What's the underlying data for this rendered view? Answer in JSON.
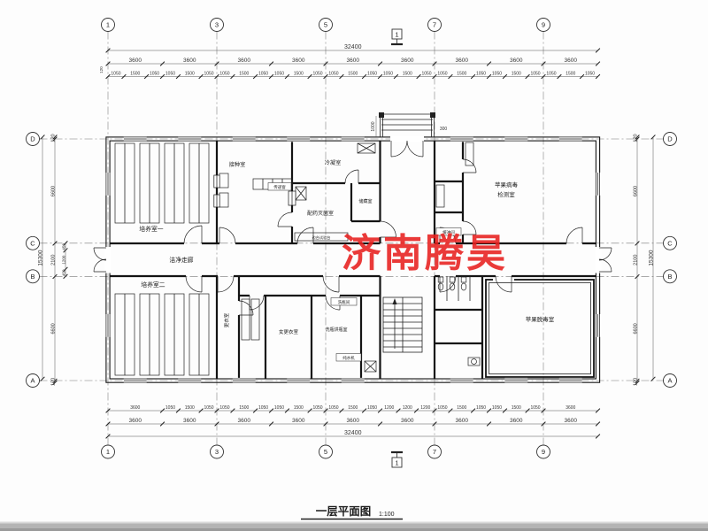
{
  "grid": {
    "top": [
      "1",
      "3",
      "5",
      "7",
      "9"
    ],
    "bottom": [
      "1",
      "3",
      "5",
      "7",
      "9"
    ],
    "left": [
      "D",
      "C",
      "B",
      "A"
    ],
    "right": [
      "D",
      "C",
      "B",
      "A"
    ],
    "section_top": "1",
    "section_bottom": "1"
  },
  "dimensions": {
    "overall_width": "32400",
    "overall_height": "15300",
    "wall_offset": "120",
    "entrance_width": "300",
    "entrance_depth": "1000",
    "top_bays": [
      "3600",
      "3600",
      "3600",
      "3600",
      "3600",
      "3600",
      "3600",
      "3600",
      "3600"
    ],
    "bottom_bays": [
      "3600",
      "3600",
      "3600",
      "3600",
      "3600",
      "3600",
      "3600",
      "3600",
      "3600"
    ],
    "top_small": [
      "1050",
      "1500",
      "1050",
      "1050",
      "1500",
      "1050",
      "1050",
      "1500",
      "1050",
      "1050",
      "1500",
      "1050",
      "1050",
      "1500",
      "1050",
      "1050",
      "1500",
      "1050",
      "1050",
      "1500",
      "1050",
      "1050",
      "1500",
      "1050",
      "1050",
      "1500",
      "1050"
    ],
    "bottom_small": [
      "3600",
      "1050",
      "1500",
      "1050",
      "1050",
      "1500",
      "1050",
      "1050",
      "1500",
      "1050",
      "1050",
      "1500",
      "1050",
      "1200",
      "1200",
      "1200",
      "1050",
      "1500",
      "1050",
      "1050",
      "1500",
      "1050",
      "3600"
    ],
    "left_segments": [
      "120",
      "6600",
      "2100",
      "6600",
      "120"
    ],
    "left_corridor": [
      "450",
      "1200",
      "450"
    ],
    "right_segments": [
      "120",
      "6600",
      "2100",
      "6600",
      "120"
    ]
  },
  "rooms": {
    "cultivation1": "培养室一",
    "cultivation2": "培养室二",
    "inoculation": "接种室",
    "condensation": "冷凝室",
    "pharmacy_sterilization": "配药灭菌室",
    "virus_line1": "苹果病毒",
    "virus_line2": "检测室",
    "corridor": "洁净走廊",
    "changing": "更衣室",
    "women_changing": "女更衣室",
    "bottle_drying": "洗瓶烘瓶室",
    "bottle_washing": "洗瓶间",
    "pure_water": "纯水机",
    "detox": "苹果脱毒室",
    "buffer": "缓冲间",
    "pass_window": "传递窗",
    "storage": "储藏室",
    "bench": "边台试验台"
  },
  "watermark": {
    "text": "济南腾昊",
    "color": "#e8201e"
  },
  "title_block": {
    "title": "一层平面图",
    "scale": "1:100"
  }
}
